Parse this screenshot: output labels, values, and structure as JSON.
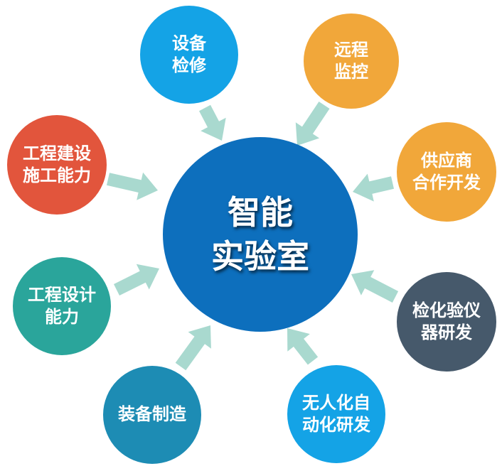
{
  "colors": {
    "center": "#0d6fbd",
    "arrow": "#a9d9cf",
    "light_blue": "#14a3e6",
    "orange": "#f1a73a",
    "red": "#e2553c",
    "teal": "#2aa59b",
    "steel_blue": "#1d8cb4",
    "slate": "#46596b"
  },
  "center": {
    "lines": [
      "智能",
      "实验室"
    ]
  },
  "nodes": [
    {
      "id": "shebei",
      "lines": [
        "设备",
        "检修"
      ],
      "color": "#14a3e6"
    },
    {
      "id": "yuancheng",
      "lines": [
        "远程",
        "监控"
      ],
      "color": "#f1a73a"
    },
    {
      "id": "gongyingshang",
      "lines": [
        "供应商",
        "合作开发"
      ],
      "color": "#f1a73a"
    },
    {
      "id": "jianhua",
      "lines": [
        "检化验仪",
        "器研发"
      ],
      "color": "#46596b"
    },
    {
      "id": "wuren",
      "lines": [
        "无人化自",
        "动化研发"
      ],
      "color": "#14a3e6"
    },
    {
      "id": "zhuangbei",
      "lines": [
        "装备制造"
      ],
      "color": "#1d8cb4"
    },
    {
      "id": "sheji",
      "lines": [
        "工程设计",
        "能力"
      ],
      "color": "#2aa59b"
    },
    {
      "id": "jianshe",
      "lines": [
        "工程建设",
        "施工能力"
      ],
      "color": "#e2553c"
    }
  ]
}
